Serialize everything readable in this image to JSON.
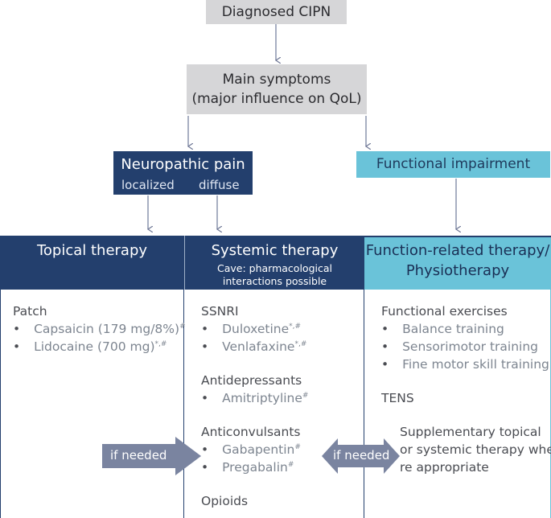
{
  "diagram": {
    "top": "Diagnosed CIPN",
    "main_symptoms": {
      "line1": "Main symptoms",
      "line2": "(major influence on QoL)"
    },
    "neuropathic": {
      "title": "Neuropathic pain",
      "localized": "localized",
      "diffuse": "diffuse"
    },
    "functional": "Functional impairment",
    "columns": {
      "topical": {
        "title": "Topical therapy",
        "group": "Patch",
        "items": [
          {
            "name": "Capsaicin (179 mg/8%)",
            "mark": "#"
          },
          {
            "name": "Lidocaine (700 mg)",
            "mark": "*,#"
          }
        ]
      },
      "systemic": {
        "title": "Systemic therapy",
        "caveat1": "Cave: pharmacological",
        "caveat2": "interactions possible",
        "groups": [
          {
            "name": "SSNRI",
            "items": [
              {
                "name": "Duloxetine",
                "mark": "*,#"
              },
              {
                "name": "Venlafaxine",
                "mark": "*,#"
              }
            ]
          },
          {
            "name": "Antidepressants",
            "items": [
              {
                "name": "Amitriptyline",
                "mark": "#"
              }
            ]
          },
          {
            "name": "Anticonvulsants",
            "items": [
              {
                "name": "Gabapentin",
                "mark": "#"
              },
              {
                "name": "Pregabalin",
                "mark": "#"
              }
            ]
          },
          {
            "name": "Opioids",
            "items": []
          }
        ]
      },
      "function": {
        "title1": "Function-related therapy/",
        "title2": "Physiotherapy",
        "group": "Functional exercises",
        "items": [
          "Balance training",
          "Sensorimotor training",
          "Fine motor skill training"
        ],
        "tens": "TENS",
        "supplementary": [
          "Supplementary topical",
          "or systemic therapy whe-",
          "re appropriate"
        ]
      }
    },
    "if_needed_left": "if needed",
    "if_needed_right": "if needed",
    "colors": {
      "navy": "#233f6d",
      "cyan": "#6ac3d9",
      "grey": "#d6d6d8",
      "arrow": "#7a84a0",
      "pale_text": "#7d8590"
    }
  }
}
